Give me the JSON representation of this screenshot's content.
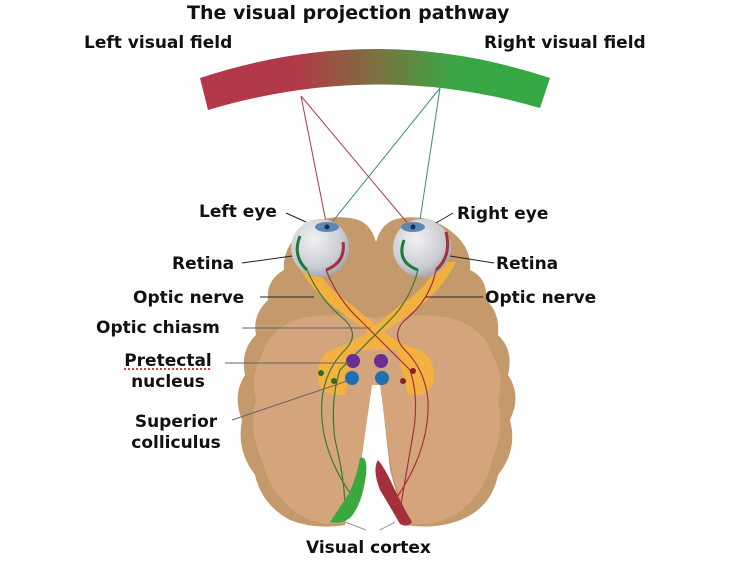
{
  "title": "The visual projection pathway",
  "fields": {
    "left": "Left visual field",
    "right": "Right visual field"
  },
  "labels": {
    "left_eye": "Left eye",
    "right_eye": "Right eye",
    "retina_left": "Retina",
    "retina_right": "Retina",
    "optic_nerve_left": "Optic nerve",
    "optic_nerve_right": "Optic nerve",
    "optic_chiasm": "Optic chiasm",
    "pretectal_line1": "Pretectal",
    "pretectal_line2": "nucleus",
    "superior_line1": "Superior",
    "superior_line2": "colliculus",
    "visual_cortex": "Visual cortex"
  },
  "colors": {
    "left_field": "#b3374a",
    "right_field": "#34a844",
    "brain_outer": "#c49a6c",
    "brain_inner": "#d4a57c",
    "optic_tract": "#f6b23c",
    "pretectal": "#6a2f92",
    "superior_colliculus": "#1f6fb5",
    "green_pathway": "#3c7a2e",
    "red_pathway": "#a5303c"
  }
}
